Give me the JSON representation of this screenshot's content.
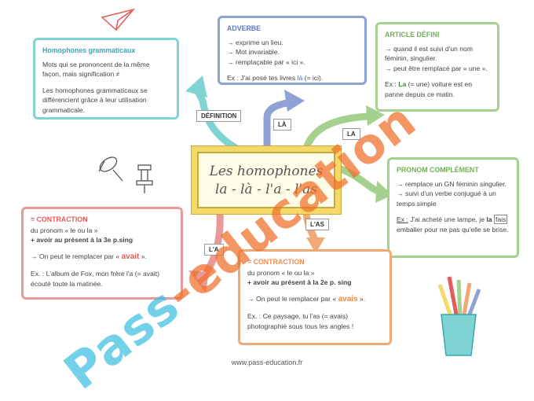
{
  "homophones_box": {
    "title": "Homophones grammaticaux",
    "line1": "Mots qui se prononcent de la même façon, mais signification ≠",
    "line2": "Les homophones grammaticaux se différencient grâce à leur utilisation grammaticale."
  },
  "adverbe_box": {
    "title": "ADVERBE",
    "items": [
      "→ exprime un lieu.",
      "→ Mot invariable.",
      "→ remplaçable par « ici »."
    ],
    "ex_prefix": "Ex : J'ai posé tes livres ",
    "ex_word": "là",
    "ex_suffix": " (= ici)."
  },
  "article_box": {
    "title": "ARTICLE DÉFINI",
    "items": [
      "→ quand il est suivi d'un nom féminin, singulier.",
      "→ peut être remplacé par « une »."
    ],
    "ex_prefix": "Ex : ",
    "ex_word": "La",
    "ex_suffix": " (= une) voiture est en panne depuis ce matin."
  },
  "pronom_box": {
    "title": "PRONOM COMPLÉMENT",
    "items": [
      "→ remplace un GN féminin singulier.",
      "→ suivi d'un verbe conjugué à un temps simple"
    ],
    "ex_label": "Ex :",
    "ex_prefix": " J'ai acheté une lampe, je ",
    "ex_word": "la",
    "ex_line2_word": "fais",
    "ex_line2": " emballer pour ne pas qu'elle se brise."
  },
  "contraction_la_box": {
    "title": "= CONTRACTION",
    "line1": "du pronom « le ou la »",
    "line2": "+ avoir au présent à la 3e p.sing",
    "replace_prefix": "→ On peut le remplacer par « ",
    "replace_word": "avait",
    "replace_suffix": " ».",
    "example": "Ex. : L'album de Fox, mon frère l'a (= avait) écouté toute la matinée."
  },
  "contraction_las_box": {
    "title": "= CONTRACTION",
    "line1": "du pronom « le ou la »",
    "line2": "+ avoir au présent à la 2e p. sing",
    "replace_prefix": "→ On peut le remplacer par « ",
    "replace_word": "avais",
    "replace_suffix": " ».",
    "example": "Ex. : Ce paysage, tu l'as (= avais) photographié sous tous les angles !"
  },
  "center_title": {
    "line1": "Les homophones",
    "line2": "la - là - l'a - l'as"
  },
  "tags": {
    "definition": "DÉFINITION",
    "la_adverbe": "LÀ",
    "la_article": "LA",
    "l_as": "L'AS",
    "l_a": "L'A"
  },
  "footer": "www.pass-education.fr",
  "watermark": {
    "part1": "Pass",
    "part2": "-education"
  },
  "colors": {
    "teal": "#7fd3d3",
    "blue": "#8fa2d6",
    "green": "#a5d18e",
    "red": "#e89a9a",
    "orange": "#f0a875",
    "gold": "#f4d96a"
  }
}
